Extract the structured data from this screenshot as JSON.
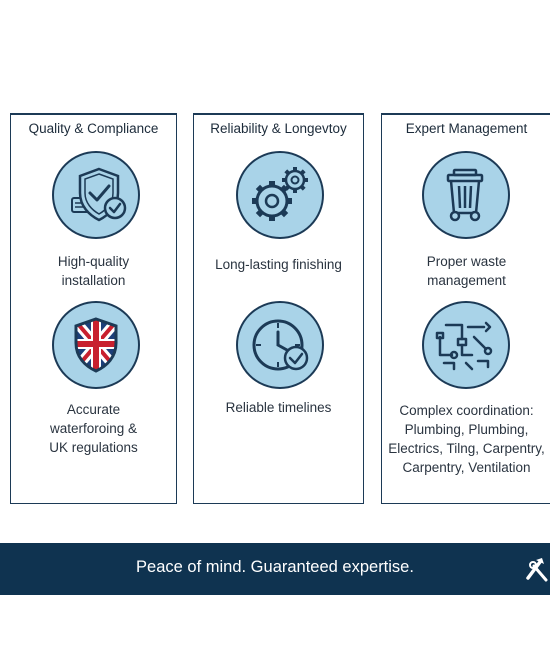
{
  "columns": [
    {
      "title": "Quality & Compliance",
      "items": [
        {
          "icon": "shield-check-icon",
          "lines": [
            "High-quality",
            "installation"
          ]
        },
        {
          "icon": "uk-flag-shield-icon",
          "lines": [
            "Accurate",
            "waterforoing &",
            "UK regulations"
          ]
        }
      ]
    },
    {
      "title": "Reliability & Longevtoy",
      "items": [
        {
          "icon": "gears-icon",
          "lines": [
            "Long-lasting finishing"
          ]
        },
        {
          "icon": "clock-check-icon",
          "lines": [
            "Reliable timelines"
          ]
        }
      ]
    },
    {
      "title": "Expert Management",
      "items": [
        {
          "icon": "waste-bin-icon",
          "lines": [
            "Proper waste",
            "management"
          ]
        },
        {
          "icon": "pipes-tools-icon",
          "lines": [
            "Complex coordination:",
            "Plumbing, Plumbing,",
            "Electrics, Tilng, Carpentry,",
            "Carpentry, Ventilation"
          ]
        }
      ]
    }
  ],
  "footer": {
    "text": "Peace of mind. Guaranteed expertise."
  },
  "colors": {
    "navy": "#0f3350",
    "icon_fill": "#a9d3e8",
    "border": "#1c3a56"
  }
}
